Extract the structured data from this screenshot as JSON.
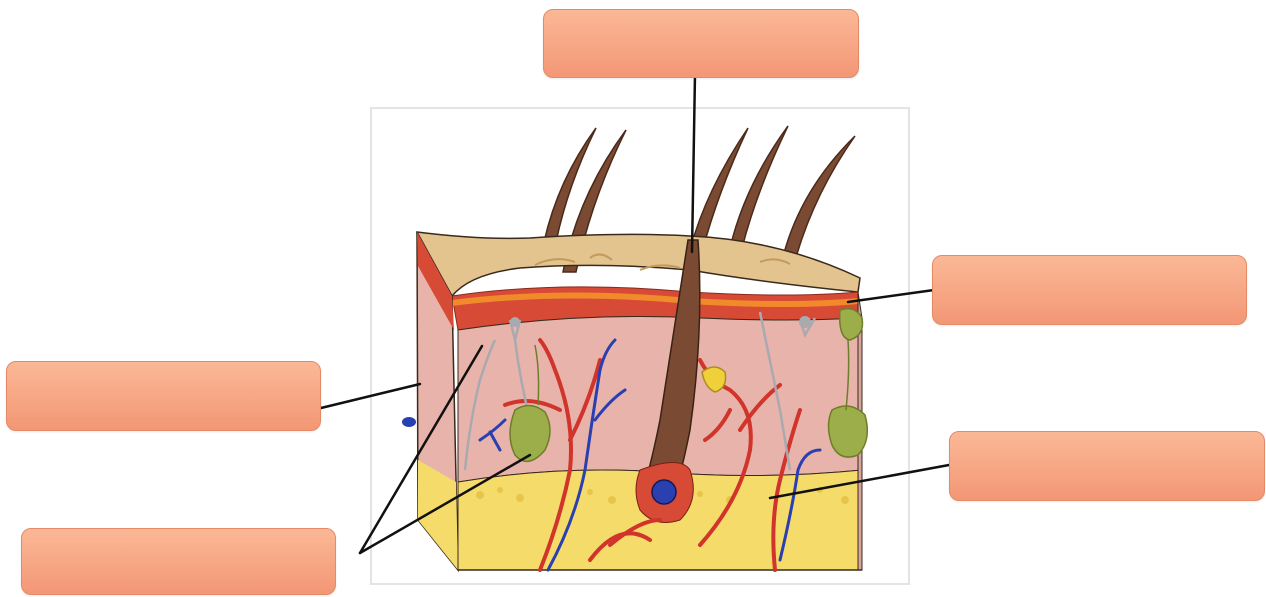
{
  "diagram": {
    "subject": "skin-cross-section",
    "labels": [
      {
        "id": "top",
        "text": ""
      },
      {
        "id": "right-upper",
        "text": ""
      },
      {
        "id": "left",
        "text": ""
      },
      {
        "id": "right-lower",
        "text": ""
      },
      {
        "id": "bottom-left",
        "text": ""
      }
    ],
    "colors": {
      "label_fill": "#f39775",
      "label_border": "#e58a66",
      "epidermis_top": "#e3c48f",
      "dermis": "#e8b3aa",
      "red_layer": "#d74a36",
      "fat_layer": "#f5dc6a",
      "hair": "#7b4a32",
      "artery": "#d0342a",
      "vein": "#2a3fb0",
      "gland": "#9cae4a",
      "nerve": "#a9a9b0",
      "leader_line": "#111111"
    }
  }
}
